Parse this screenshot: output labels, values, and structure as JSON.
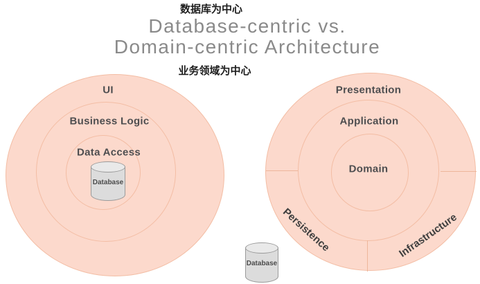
{
  "header": {
    "subtitle_top": "数据库为中心",
    "title_line1": "Database-centric vs.",
    "title_line2": "Domain-centric Architecture",
    "subtitle_bottom": "业务领域为中心"
  },
  "left_diagram": {
    "name": "Database-centric",
    "rings": [
      {
        "label": "UI"
      },
      {
        "label": "Business Logic"
      },
      {
        "label": "Data Access"
      }
    ],
    "database_label": "Database"
  },
  "right_diagram": {
    "name": "Domain-centric",
    "rings": [
      {
        "label": "Presentation"
      },
      {
        "label": "Application"
      },
      {
        "label": "Domain"
      }
    ],
    "sections": [
      {
        "label": "Persistence"
      },
      {
        "label": "Infrastructure"
      }
    ],
    "database_label": "Database"
  },
  "colors": {
    "background": "#ffffff",
    "ring_fill": "#fcd9cc",
    "ring_border": "#f3bda4",
    "divider": "#eeb69b",
    "title_text": "#8a8a8a",
    "subtitle_text": "#1d1d1d",
    "label_text": "#4e4e50",
    "rotated_label_text": "#3f3f3f",
    "cylinder_fill": "#dcdcdc",
    "cylinder_top_fill": "#e9e9e9",
    "cylinder_border": "#9a9a9a"
  }
}
